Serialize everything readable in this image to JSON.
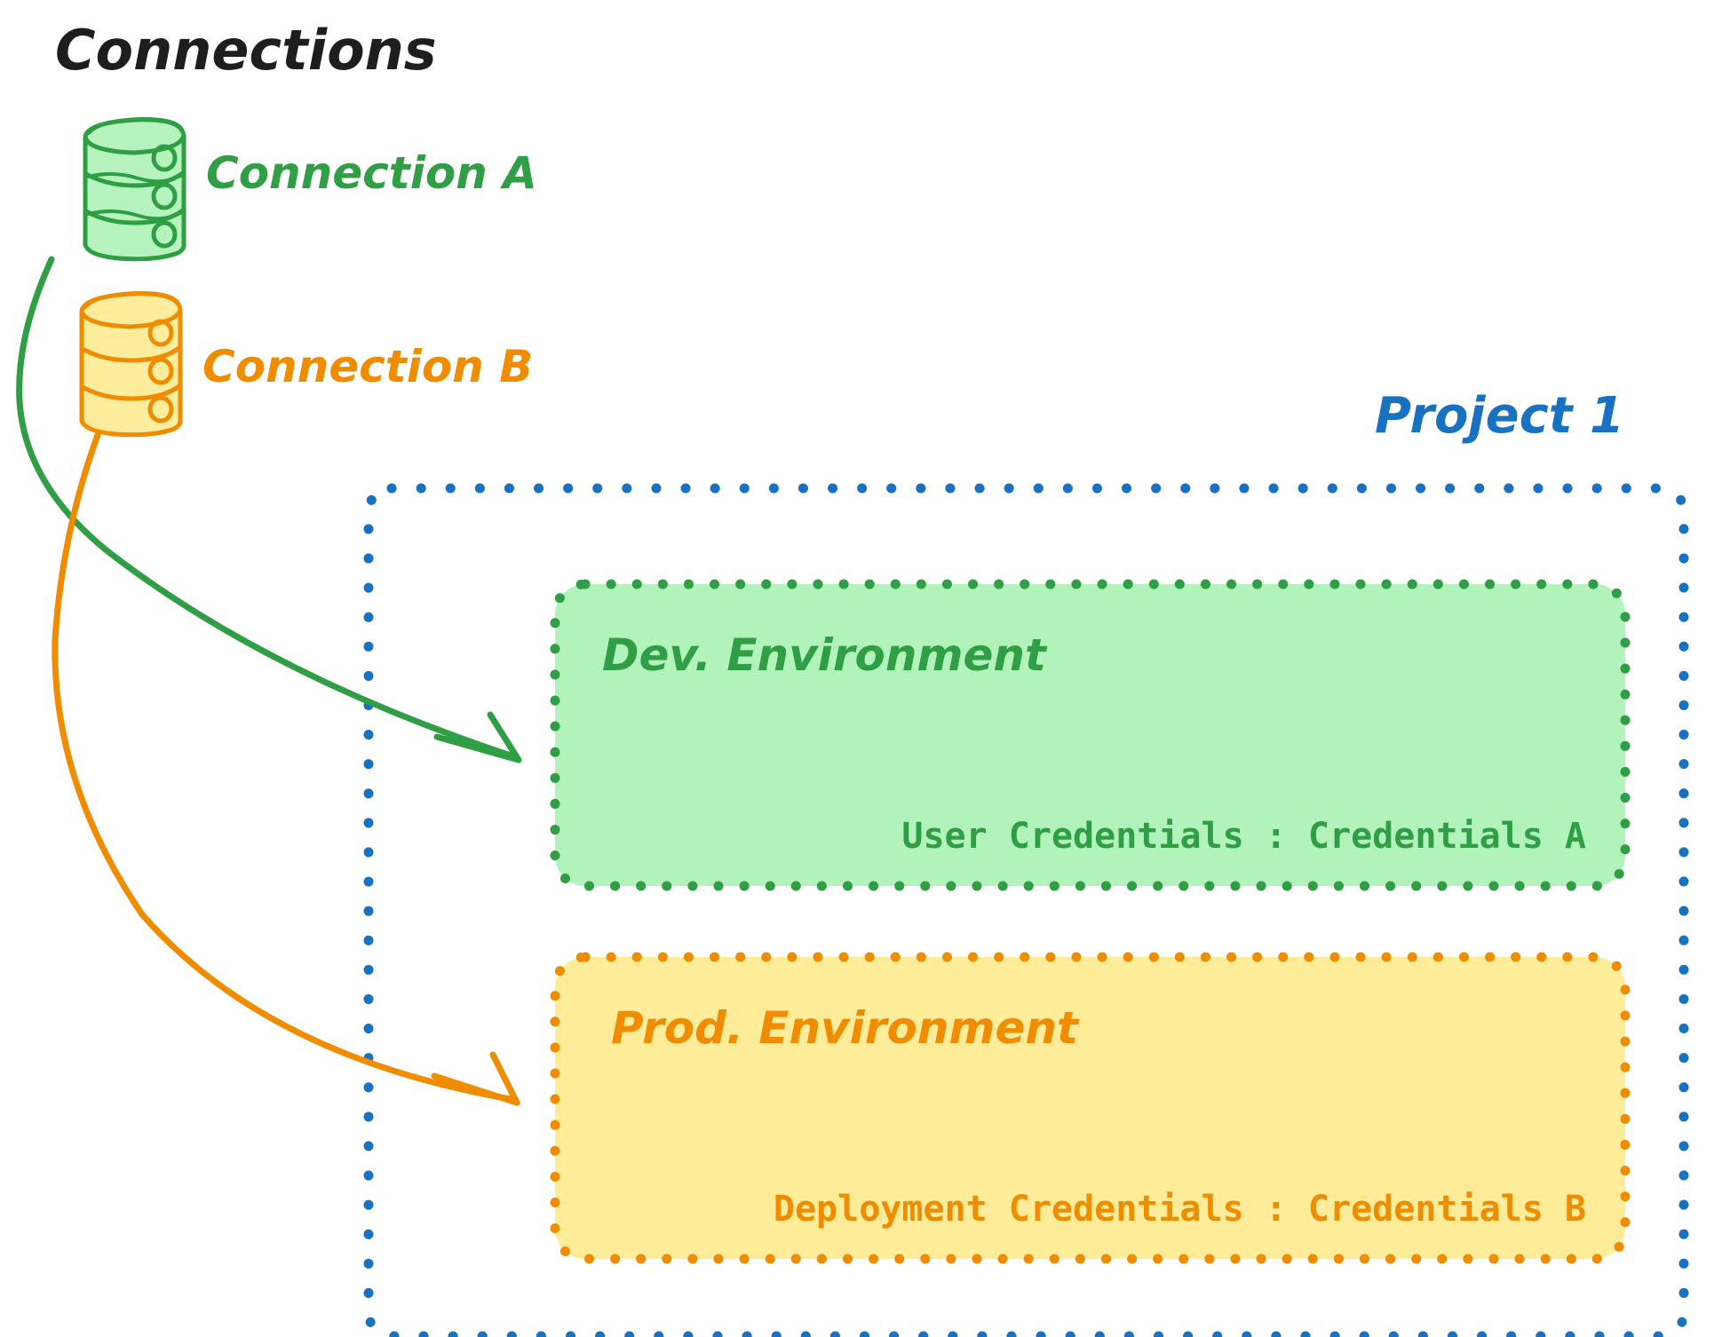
{
  "diagram": {
    "title": "Connections",
    "title_color": "#1e1e1e",
    "connections": [
      {
        "label": "Connection A",
        "color": "#2f9e44",
        "fill": "#b2f2bb",
        "icon": "database-cylinder-icon"
      },
      {
        "label": "Connection B",
        "color": "#f08c00",
        "fill": "#ffec99",
        "icon": "database-cylinder-icon"
      }
    ],
    "project": {
      "label": "Project 1",
      "color": "#1971c2",
      "environments": [
        {
          "title": "Dev. Environment",
          "credential_label": "User Credentials : Credentials A",
          "color": "#2f9e44",
          "fill": "#b2f2bb"
        },
        {
          "title": "Prod. Environment",
          "credential_label": "Deployment Credentials : Credentials B",
          "color": "#f08c00",
          "fill": "#ffec99"
        }
      ]
    },
    "arrows": [
      {
        "name": "connection-a-to-dev-environment",
        "color": "#2f9e44"
      },
      {
        "name": "connection-b-to-prod-environment",
        "color": "#f08c00"
      }
    ]
  }
}
